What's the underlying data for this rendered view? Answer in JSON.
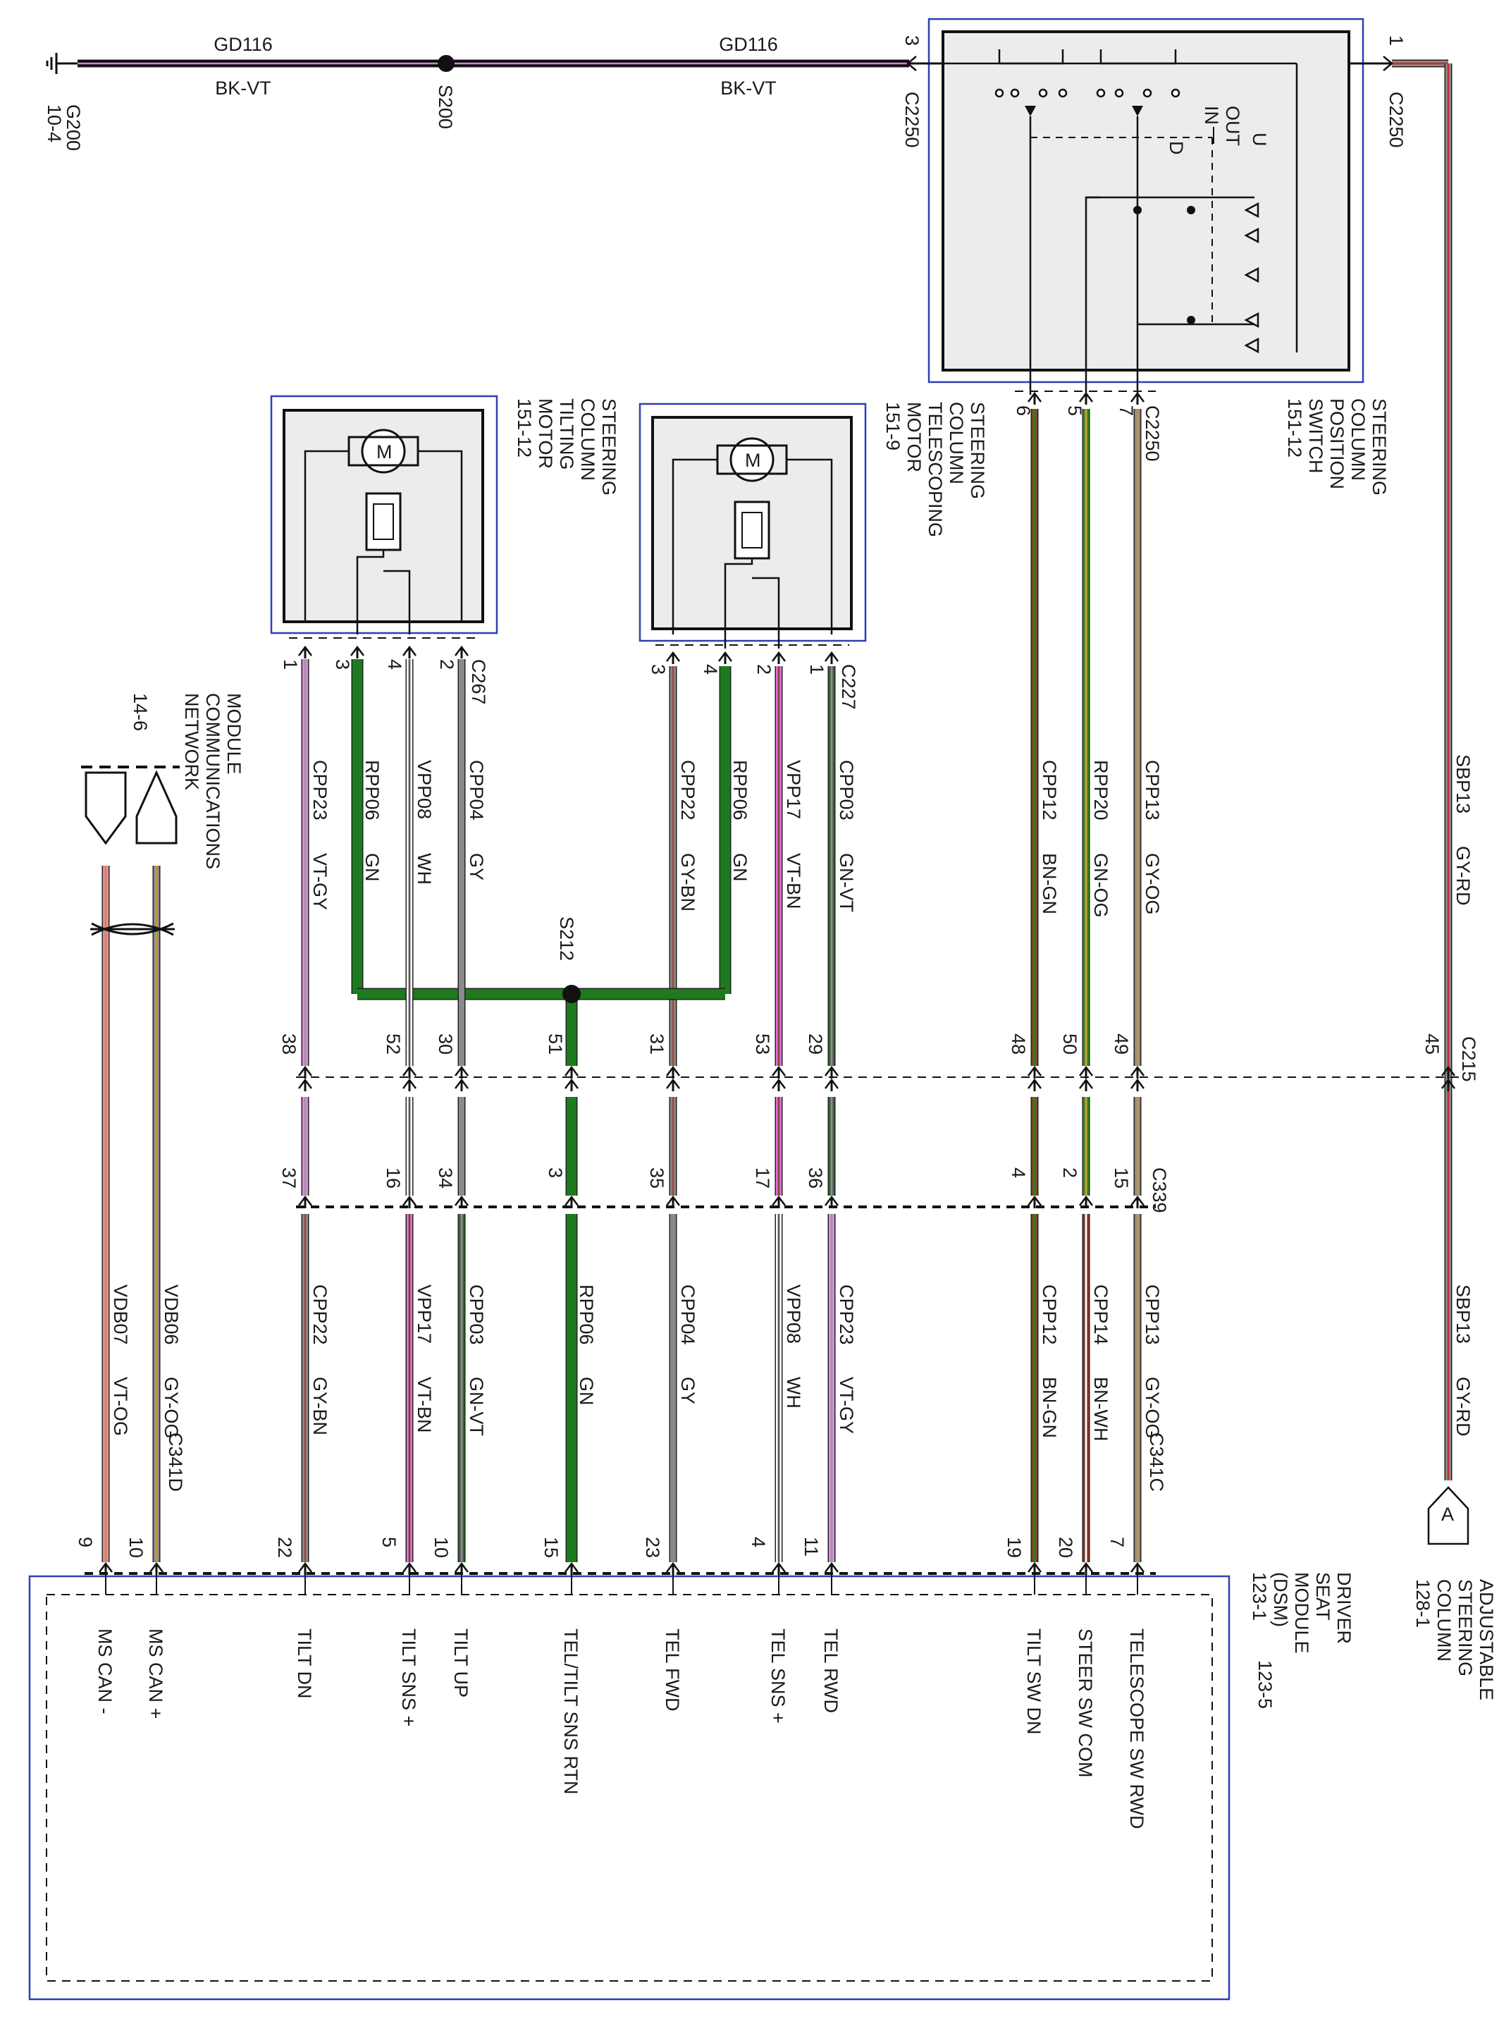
{
  "colors": {
    "BK-VT": [
      "#000000",
      "#d27fd9"
    ],
    "GY-RD": [
      "#8a8a8a",
      "#c43232"
    ],
    "GY-OG": [
      "#8a8a8a",
      "#c8963c"
    ],
    "GN-OG": [
      "#3c8c1e",
      "#c8a03c"
    ],
    "BN-GN": [
      "#7a4a28",
      "#3e7a1e"
    ],
    "BN-WH": [
      "#8a3a28",
      "#ffffff"
    ],
    "GN-VT": [
      "#1e7a1e",
      "#c864c8"
    ],
    "VT-BN": [
      "#e06ee0",
      "#7a4a28"
    ],
    "GN": [
      "#1e7a1e",
      "#1e7a1e"
    ],
    "GY-BN": [
      "#8a8a8a",
      "#9a4a3a"
    ],
    "GY": [
      "#8a8a8a",
      "#8a8a8a"
    ],
    "WH": [
      "#ffffff",
      "#555555"
    ],
    "VT-GY": [
      "#e088e0",
      "#9a9a9a"
    ],
    "VT-OG": [
      "#ec8aa8",
      "#c88c3c"
    ],
    "GY-OG-can": [
      "#8a8a8a",
      "#c8963c"
    ]
  },
  "ground": {
    "ground_id": "G200",
    "ground_ref": "10-4",
    "splice_id": "S200",
    "wire1_circuit": "GD116",
    "wire1_color": "BK-VT",
    "wire2_circuit": "GD116",
    "wire2_color": "BK-VT"
  },
  "switch": {
    "name_lines": [
      "STEERING",
      "COLUMN",
      "POSITION",
      "SWITCH",
      "151-12"
    ],
    "in_label": "IN",
    "out_label": "OUT",
    "u_label": "U",
    "d_label": "D",
    "connector_left": "C2250",
    "connector_right": "C2250",
    "connector_bottom": "C2250",
    "pin_left": "3",
    "pin_right": "1",
    "pins_bottom": [
      "6",
      "5",
      "7"
    ]
  },
  "tilt_motor": {
    "name_lines": [
      "STEERING",
      "COLUMN",
      "TILTING",
      "MOTOR",
      "151-12"
    ],
    "motor_label": "M",
    "connector": "C267",
    "pins": [
      "1",
      "3",
      "4",
      "2"
    ]
  },
  "tele_motor": {
    "name_lines": [
      "STEERING",
      "COLUMN",
      "TELESCOPING",
      "MOTOR",
      "151-9"
    ],
    "motor_label": "M",
    "connector": "C227",
    "pins": [
      "3",
      "4",
      "2",
      "1"
    ]
  },
  "splice_s212": "S212",
  "can_network": {
    "name_lines": [
      "MODULE",
      "COMMUNICATIONS",
      "NETWORK"
    ],
    "ref": "14-6"
  },
  "adjustable_column": {
    "name_lines": [
      "ADJUSTABLE",
      "STEERING",
      "COLUMN",
      "128-1"
    ],
    "flag": "A"
  },
  "dsm": {
    "name_lines": [
      "DRIVER",
      "SEAT",
      "MODULE",
      "(DSM)",
      "123-1"
    ],
    "ref2": "123-5",
    "connector_left": "C341D",
    "connector_right": "C341C"
  },
  "connectors": {
    "c215": "C215",
    "c339": "C339"
  },
  "upper_wires": [
    {
      "circuit": "CPP23",
      "color": "VT-GY"
    },
    {
      "circuit": "RPP06",
      "color": "GN"
    },
    {
      "circuit": "VPP08",
      "color": "WH"
    },
    {
      "circuit": "CPP04",
      "color": "GY"
    },
    {
      "circuit": "CPP22",
      "color": "GY-BN"
    },
    {
      "circuit": "RPP06",
      "color": "GN"
    },
    {
      "circuit": "VPP17",
      "color": "VT-BN"
    },
    {
      "circuit": "CPP03",
      "color": "GN-VT"
    },
    {
      "circuit": "CPP12",
      "color": "BN-GN"
    },
    {
      "circuit": "RPP20",
      "color": "GN-OG"
    },
    {
      "circuit": "CPP13",
      "color": "GY-OG"
    },
    {
      "circuit": "SBP13",
      "color": "GY-RD"
    }
  ],
  "c215_pins": [
    "38",
    "52",
    "30",
    "51",
    "31",
    "53",
    "29",
    "48",
    "50",
    "49",
    "45"
  ],
  "c339_pins": [
    "37",
    "16",
    "34",
    "3",
    "35",
    "17",
    "36",
    "4",
    "2",
    "15"
  ],
  "lower_wires": [
    {
      "circuit": "VDB07",
      "color": "VT-OG"
    },
    {
      "circuit": "VDB06",
      "color": "GY-OG"
    },
    {
      "circuit": "CPP22",
      "color": "GY-BN"
    },
    {
      "circuit": "VPP17",
      "color": "VT-BN"
    },
    {
      "circuit": "CPP03",
      "color": "GN-VT"
    },
    {
      "circuit": "RPP06",
      "color": "GN"
    },
    {
      "circuit": "CPP04",
      "color": "GY"
    },
    {
      "circuit": "VPP08",
      "color": "WH"
    },
    {
      "circuit": "CPP23",
      "color": "VT-GY"
    },
    {
      "circuit": "CPP12",
      "color": "BN-GN"
    },
    {
      "circuit": "CPP14",
      "color": "BN-WH"
    },
    {
      "circuit": "CPP13",
      "color": "GY-OG"
    },
    {
      "circuit": "SBP13",
      "color": "GY-RD"
    }
  ],
  "dsm_pins": [
    "9",
    "10",
    "22",
    "5",
    "10",
    "15",
    "23",
    "4",
    "11",
    "19",
    "20",
    "7"
  ],
  "dsm_functions": [
    "MS CAN -",
    "MS CAN +",
    "TILT DN",
    "TILT SNS +",
    "TILT UP",
    "TEL/TILT SNS RTN",
    "TEL FWD",
    "TEL SNS +",
    "TEL RWD",
    "TILT SW DN",
    "STEER SW COM",
    "TELESCOPE SW RWD"
  ]
}
